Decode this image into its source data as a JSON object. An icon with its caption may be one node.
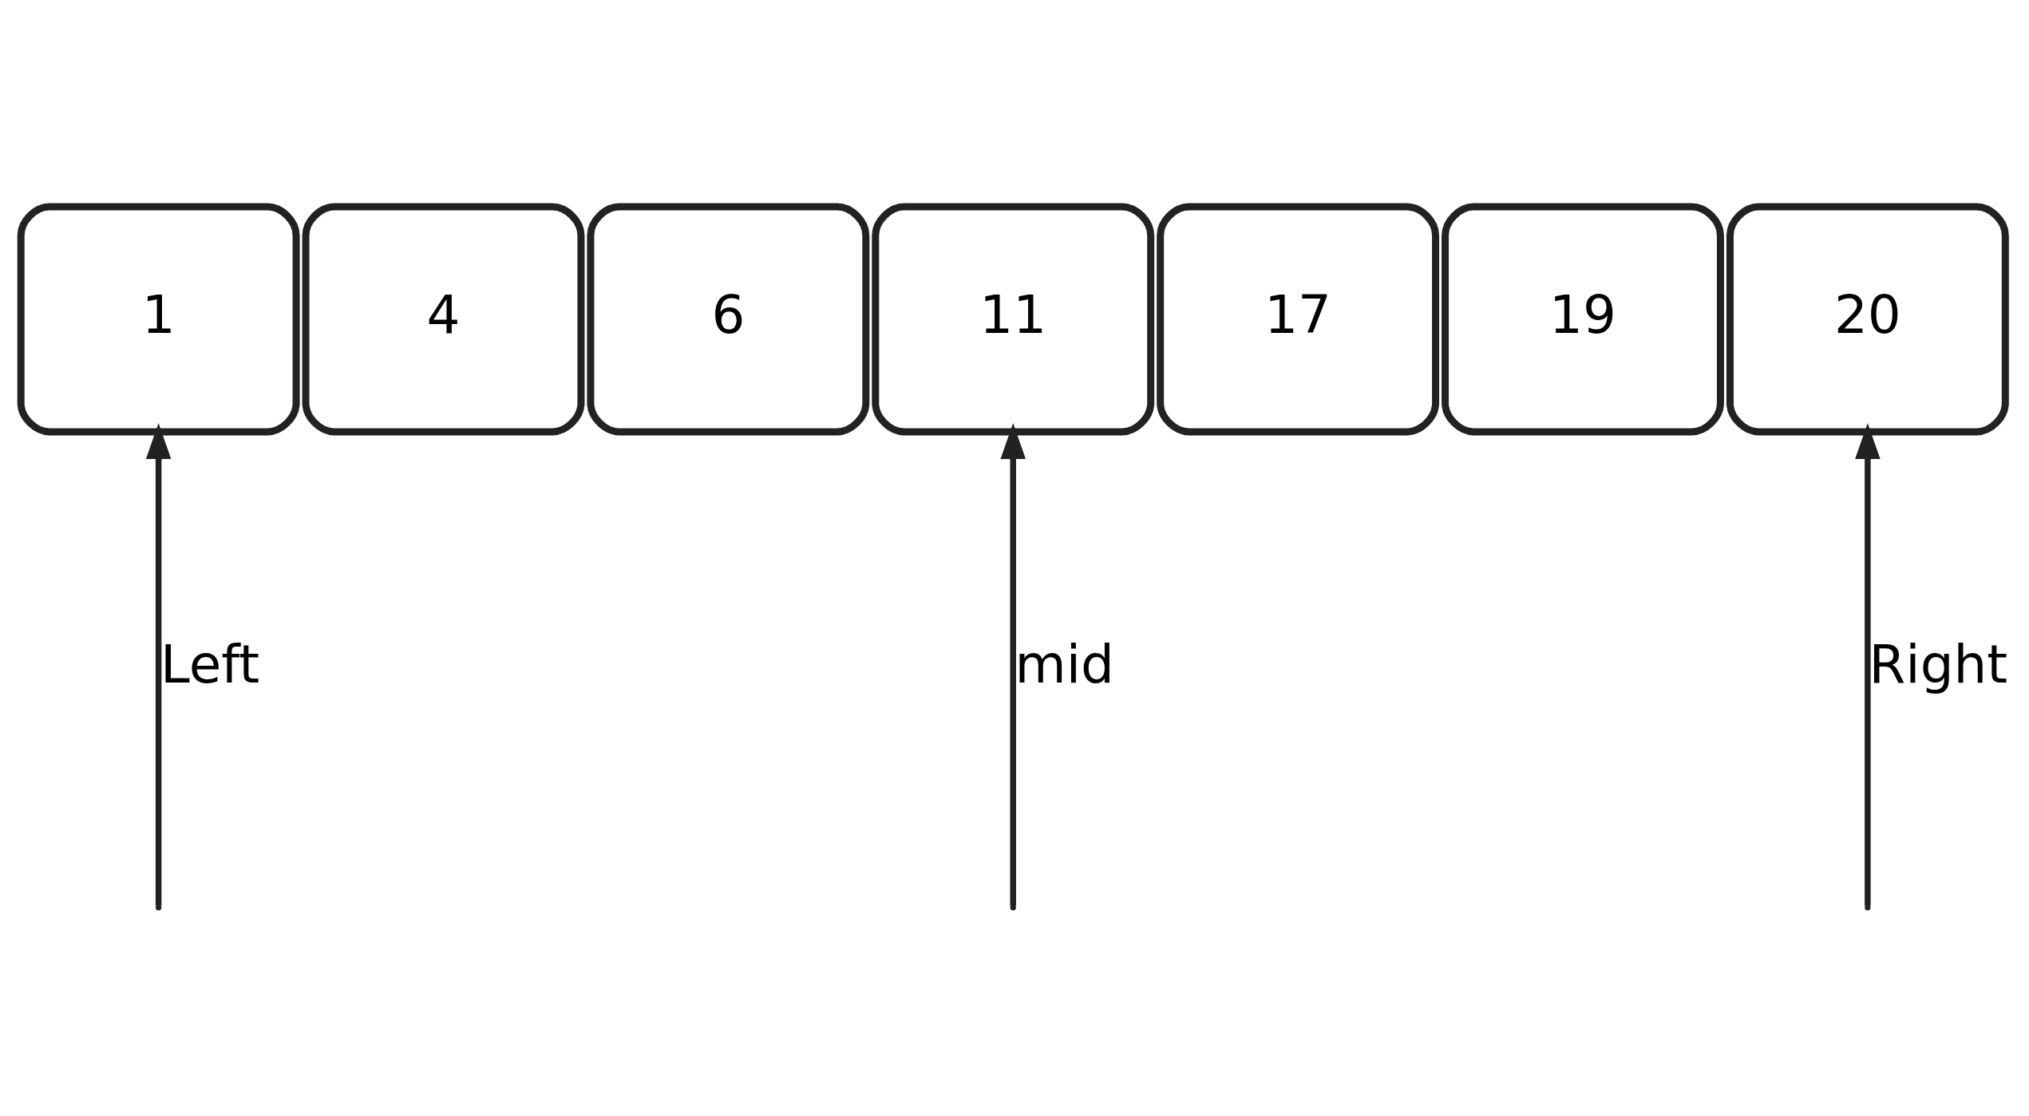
{
  "diagram": {
    "nodes": [
      {
        "text": [
          "1"
        ]
      },
      {
        "text": [
          "4"
        ]
      },
      {
        "text": [
          "6"
        ]
      },
      {
        "text": [
          "11"
        ]
      },
      {
        "text": [
          "17"
        ]
      },
      {
        "text": [
          "19"
        ]
      },
      {
        "text": [
          "20"
        ]
      }
    ],
    "edges": [
      {
        "from": null,
        "to": 0,
        "arrow": "to",
        "label": "Left"
      },
      {
        "from": null,
        "to": 3,
        "arrow": "to",
        "label": "mid"
      },
      {
        "from": null,
        "to": 6,
        "arrow": "to",
        "label": "Right"
      }
    ]
  }
}
